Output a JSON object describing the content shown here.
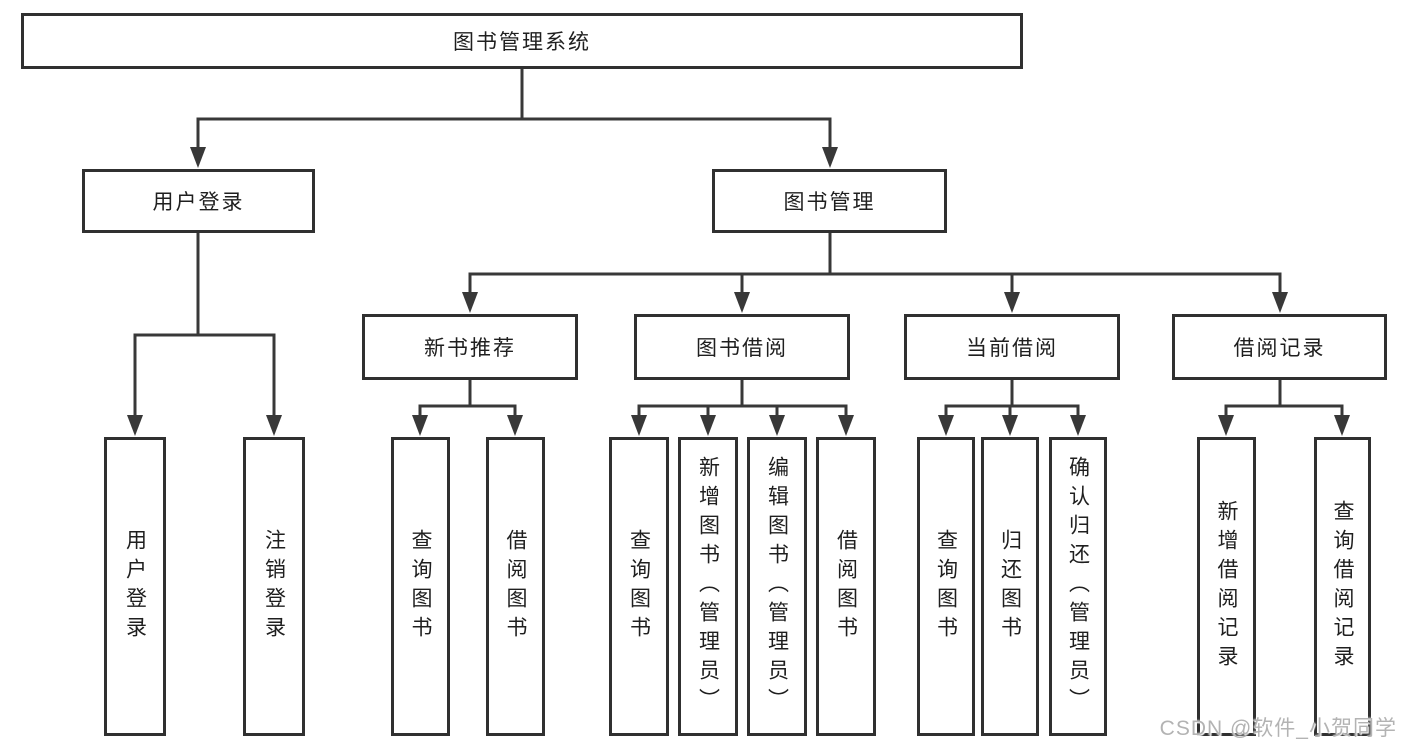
{
  "tree": {
    "label": "图书管理系统",
    "children": [
      {
        "label": "用户登录",
        "children": [
          {
            "label": "用户登录"
          },
          {
            "label": "注销登录"
          }
        ]
      },
      {
        "label": "图书管理",
        "children": [
          {
            "label": "新书推荐",
            "children": [
              {
                "label": "查询图书"
              },
              {
                "label": "借阅图书"
              }
            ]
          },
          {
            "label": "图书借阅",
            "children": [
              {
                "label": "查询图书"
              },
              {
                "label": "新增图书（管理员）"
              },
              {
                "label": "编辑图书（管理员）"
              },
              {
                "label": "借阅图书"
              }
            ]
          },
          {
            "label": "当前借阅",
            "children": [
              {
                "label": "查询图书"
              },
              {
                "label": "归还图书"
              },
              {
                "label": "确认归还（管理员）"
              }
            ]
          },
          {
            "label": "借阅记录",
            "children": [
              {
                "label": "新增借阅记录"
              },
              {
                "label": "查询借阅记录"
              }
            ]
          }
        ]
      }
    ]
  },
  "watermark": "CSDN @软件_小贺同学",
  "colors": {
    "line": "#383838",
    "box_border": "#303030",
    "text": "#1f1f1f",
    "watermark": "#b3b3b3",
    "background": "#ffffff"
  }
}
